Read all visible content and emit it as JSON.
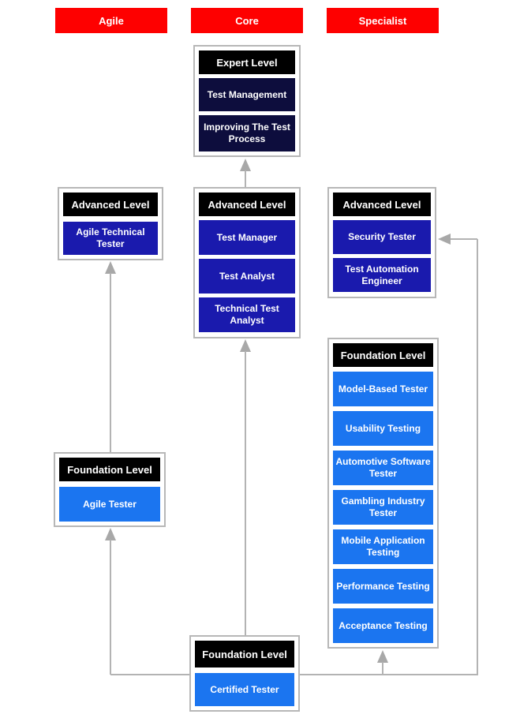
{
  "columns": {
    "agile": "Agile",
    "core": "Core",
    "specialist": "Specialist"
  },
  "groups": {
    "expert": {
      "header": "Expert Level",
      "items": [
        "Test Management",
        "Improving The Test Process"
      ]
    },
    "agile_advanced": {
      "header": "Advanced Level",
      "items": [
        "Agile Technical Tester"
      ]
    },
    "core_advanced": {
      "header": "Advanced Level",
      "items": [
        "Test Manager",
        "Test Analyst",
        "Technical Test Analyst"
      ]
    },
    "specialist_advanced": {
      "header": "Advanced Level",
      "items": [
        "Security Tester",
        "Test Automation Engineer"
      ]
    },
    "specialist_foundation": {
      "header": "Foundation Level",
      "items": [
        "Model-Based Tester",
        "Usability Testing",
        "Automotive Software Tester",
        "Gambling Industry Tester",
        "Mobile Application Testing",
        "Performance Testing",
        "Acceptance Testing"
      ]
    },
    "agile_foundation": {
      "header": "Foundation Level",
      "items": [
        "Agile Tester"
      ]
    },
    "core_foundation": {
      "header": "Foundation Level",
      "items": [
        "Certified Tester"
      ]
    }
  },
  "colors": {
    "column_header_red": "#fe0000",
    "level_header_black": "#000000",
    "expert_item_navy": "#0d0d3d",
    "advanced_item_blue": "#1a1aad",
    "foundation_item_blue": "#1b75f0",
    "connector_gray": "#b3b3b3",
    "arrowhead_gray": "#a8a8a8",
    "container_border_gray": "#b7b7b7"
  }
}
